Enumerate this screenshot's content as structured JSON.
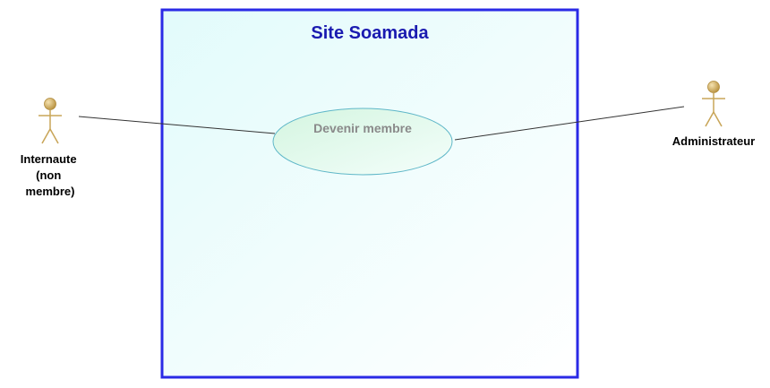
{
  "system": {
    "title": "Site Soamada"
  },
  "use_cases": [
    {
      "label": "Devenir membre"
    }
  ],
  "actors": [
    {
      "label_lines": [
        "Internaute",
        "(non",
        "membre)"
      ]
    },
    {
      "label_lines": [
        "Administrateur"
      ]
    }
  ],
  "colors": {
    "boundary": "#2a2ae6",
    "title": "#1a1ab0",
    "usecase_stroke": "#5fb7c8",
    "usecase_text": "#8a8a8a",
    "actor_stroke": "#c8a558",
    "actor_head": "#d4b46a",
    "association": "#333333"
  }
}
